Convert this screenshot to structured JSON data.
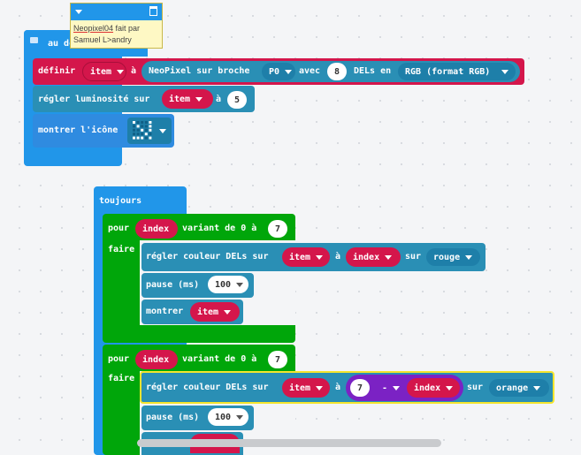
{
  "comment_bubble": {
    "text_author": "Neopixel04",
    "text_rest": " fait par Samuel L>andry"
  },
  "on_start": {
    "label": "au démarrage",
    "define": {
      "label": "définir",
      "var": "item",
      "to": "à",
      "neopixel_label": "NeoPixel sur broche",
      "pin": "P0",
      "with": "avec",
      "count": "8",
      "leds_in": "DELs en",
      "format": "RGB (format RGB)"
    },
    "brightness": {
      "label": "régler luminosité sur",
      "var": "item",
      "to": "à",
      "value": "5"
    },
    "show_icon": {
      "label": "montrer l'icône"
    }
  },
  "forever": {
    "label": "toujours",
    "loop1": {
      "for": "pour",
      "var": "index",
      "range": "variant de 0 à",
      "max": "7",
      "do": "faire",
      "set_color": {
        "label": "régler couleur DELs sur",
        "var": "item",
        "to": "à",
        "index": "index",
        "on": "sur",
        "color": "rouge"
      },
      "pause": {
        "label": "pause (ms)",
        "value": "100"
      },
      "show": {
        "label": "montrer",
        "var": "item"
      }
    },
    "loop2": {
      "for": "pour",
      "var": "index",
      "range": "variant de 0 à",
      "max": "7",
      "do": "faire",
      "set_color": {
        "label": "régler couleur DELs sur",
        "var": "item",
        "to": "à",
        "num": "7",
        "op": "-",
        "index": "index",
        "on": "sur",
        "color": "orange"
      },
      "pause": {
        "label": "pause (ms)",
        "value": "100"
      }
    }
  },
  "colors": {
    "red": "#d4164b",
    "blue": "#2196e9",
    "green": "#00a60a",
    "teal": "#2a8fb5",
    "purple": "#7b22c4",
    "highlight": "#f4e52d"
  }
}
